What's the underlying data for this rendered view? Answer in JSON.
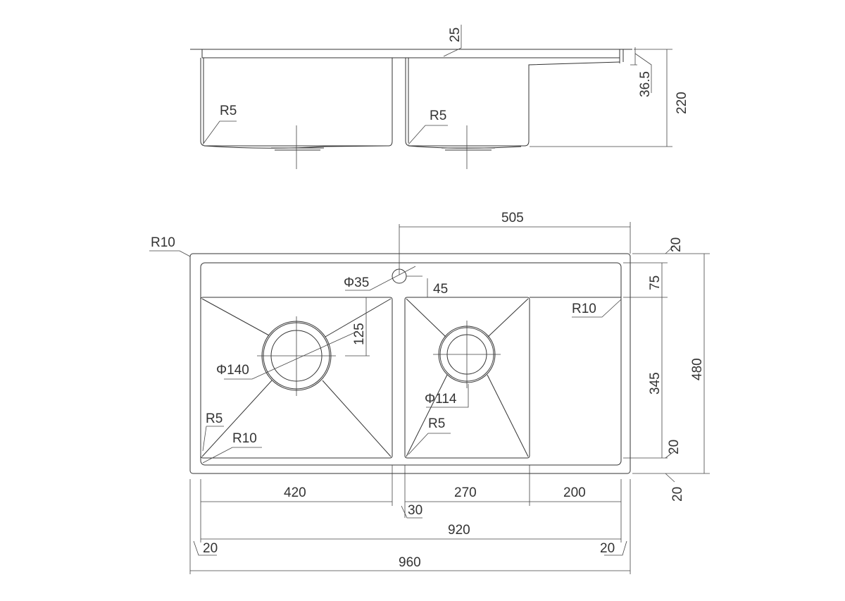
{
  "side_view": {
    "labels": {
      "top_thickness": "25",
      "flange": "36.5",
      "depth": "220",
      "left_radius": "R5",
      "right_radius": "R5"
    }
  },
  "top_view": {
    "labels": {
      "corner_radius": "R10",
      "faucet_offset": "505",
      "top_margin": "20",
      "faucet_hole": "Φ35",
      "faucet_to_bowl": "45",
      "back_ledge": "75",
      "drainboard_radius": "R10",
      "drain_offset": "125",
      "large_drain": "Φ140",
      "bowl_depth": "345",
      "overall_depth": "480",
      "small_drain": "Φ114",
      "left_bowl_radius": "R5",
      "left_bowl_radius_outer": "R10",
      "right_bowl_radius": "R5",
      "front_margin_inner": "20",
      "front_margin_outer": "20",
      "left_bowl_width": "420",
      "divider_width": "30",
      "right_bowl_width": "270",
      "drainboard_width": "200",
      "inner_width": "920",
      "left_margin": "20",
      "right_margin": "20",
      "overall_width": "960"
    }
  }
}
